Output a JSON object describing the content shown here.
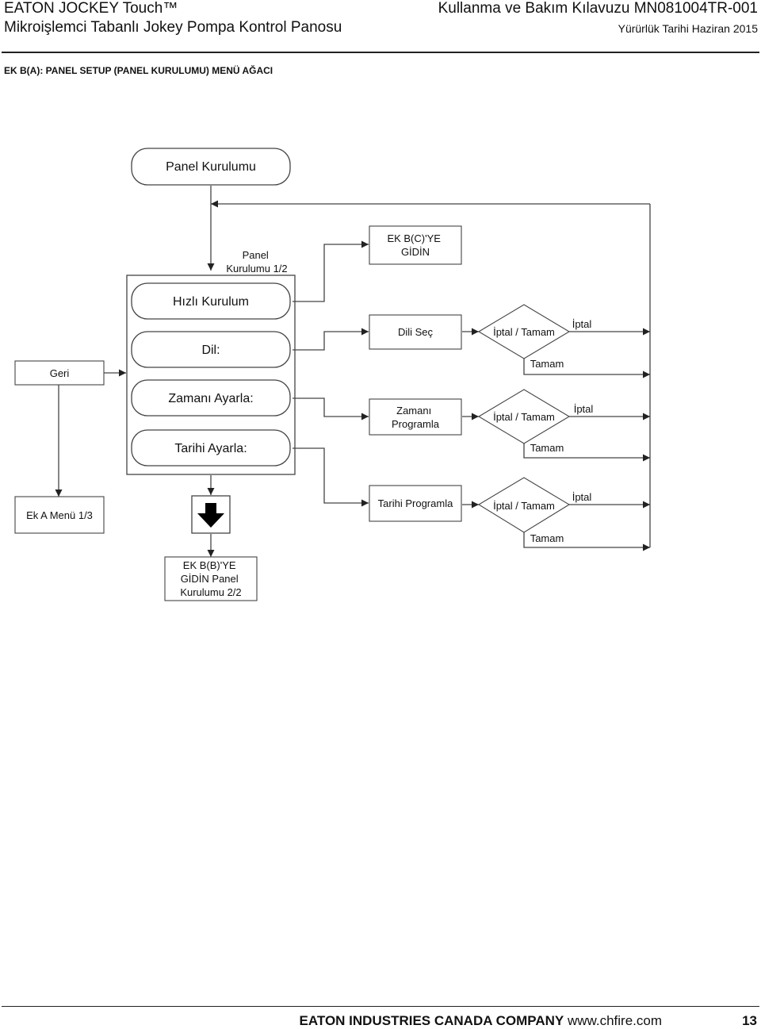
{
  "header": {
    "product": "EATON JOCKEY Touch™",
    "subtitle": "Mikroişlemci Tabanlı Jokey Pompa Kontrol Panosu",
    "manual": "Kullanma ve Bakım Kılavuzu MN081004TR-001",
    "effective": "Yürürlük Tarihi Haziran 2015"
  },
  "section_title": "EK B(A): PANEL SETUP (PANEL KURULUMU) MENÜ AĞACI",
  "diagram": {
    "panel_kurulumu": "Panel Kurulumu",
    "screen_label": [
      "Panel",
      "Kurulumu 1/2"
    ],
    "hizli_kurulum": "Hızlı Kurulum",
    "dil": "Dil:",
    "zamani_ayarla": "Zamanı Ayarla:",
    "tarihi_ayarla": "Tarihi Ayarla:",
    "geri": "Geri",
    "ek_a_menu": "Ek A Menü 1/3",
    "ek_bc": [
      "EK B(C)'YE",
      "GİDİN"
    ],
    "dili_sec": "Dili Seç",
    "zamani_programla": [
      "Zamanı",
      "Programla"
    ],
    "tarihi_programla": "Tarihi Programla",
    "decision": "İptal / Tamam",
    "iptal": "İptal",
    "tamam": "Tamam",
    "ek_bb": [
      "EK B(B)'YE",
      "GİDİN Panel",
      "Kurulumu 2/2"
    ]
  },
  "footer": {
    "company": "EATON INDUSTRIES CANADA COMPANY",
    "url": "www.chfire.com",
    "page": "13"
  }
}
